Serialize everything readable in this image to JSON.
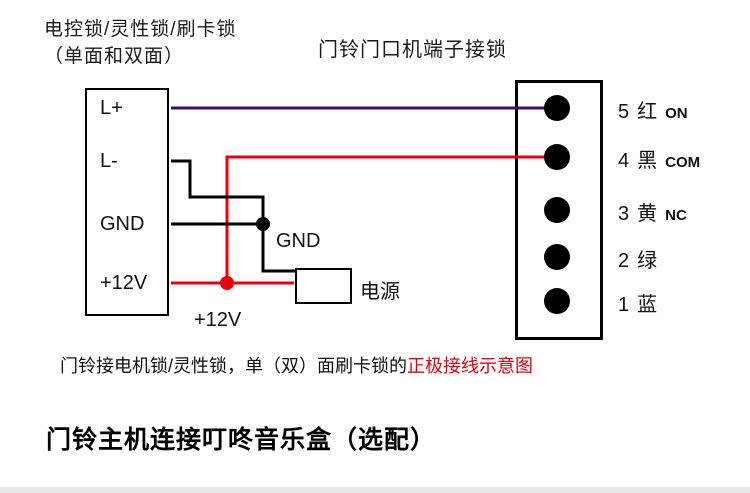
{
  "colors": {
    "wire_red": "#e8000d",
    "wire_purple": "#3c0e66",
    "wire_black": "#000000",
    "caption_red": "#e8000d"
  },
  "titles": {
    "lock_title_line1": "电控锁/灵性锁/刷卡锁",
    "lock_title_line2": "（单面和双面）",
    "terminal_title": "门铃门口机端子接锁"
  },
  "lock_box": {
    "pins": [
      {
        "label": "L+"
      },
      {
        "label": "L-"
      },
      {
        "label": "GND"
      },
      {
        "label": "+12V"
      }
    ]
  },
  "terminal_box": {
    "terminals": [
      {
        "number": "5",
        "color_name": "红",
        "tag": "ON"
      },
      {
        "number": "4",
        "color_name": "黑",
        "tag": "COM"
      },
      {
        "number": "3",
        "color_name": "黄",
        "tag": "NC"
      },
      {
        "number": "2",
        "color_name": "绿",
        "tag": ""
      },
      {
        "number": "1",
        "color_name": "蓝",
        "tag": ""
      }
    ]
  },
  "annotations": {
    "gnd_label": "GND",
    "plus12v_label": "+12V",
    "power_label": "电源"
  },
  "caption": {
    "black_part": "门铃接电机锁/灵性锁，单（双）面刷卡锁的",
    "red_part": "正极接线示意图"
  },
  "section_heading": "门铃主机连接叮咚音乐盒（选配）"
}
